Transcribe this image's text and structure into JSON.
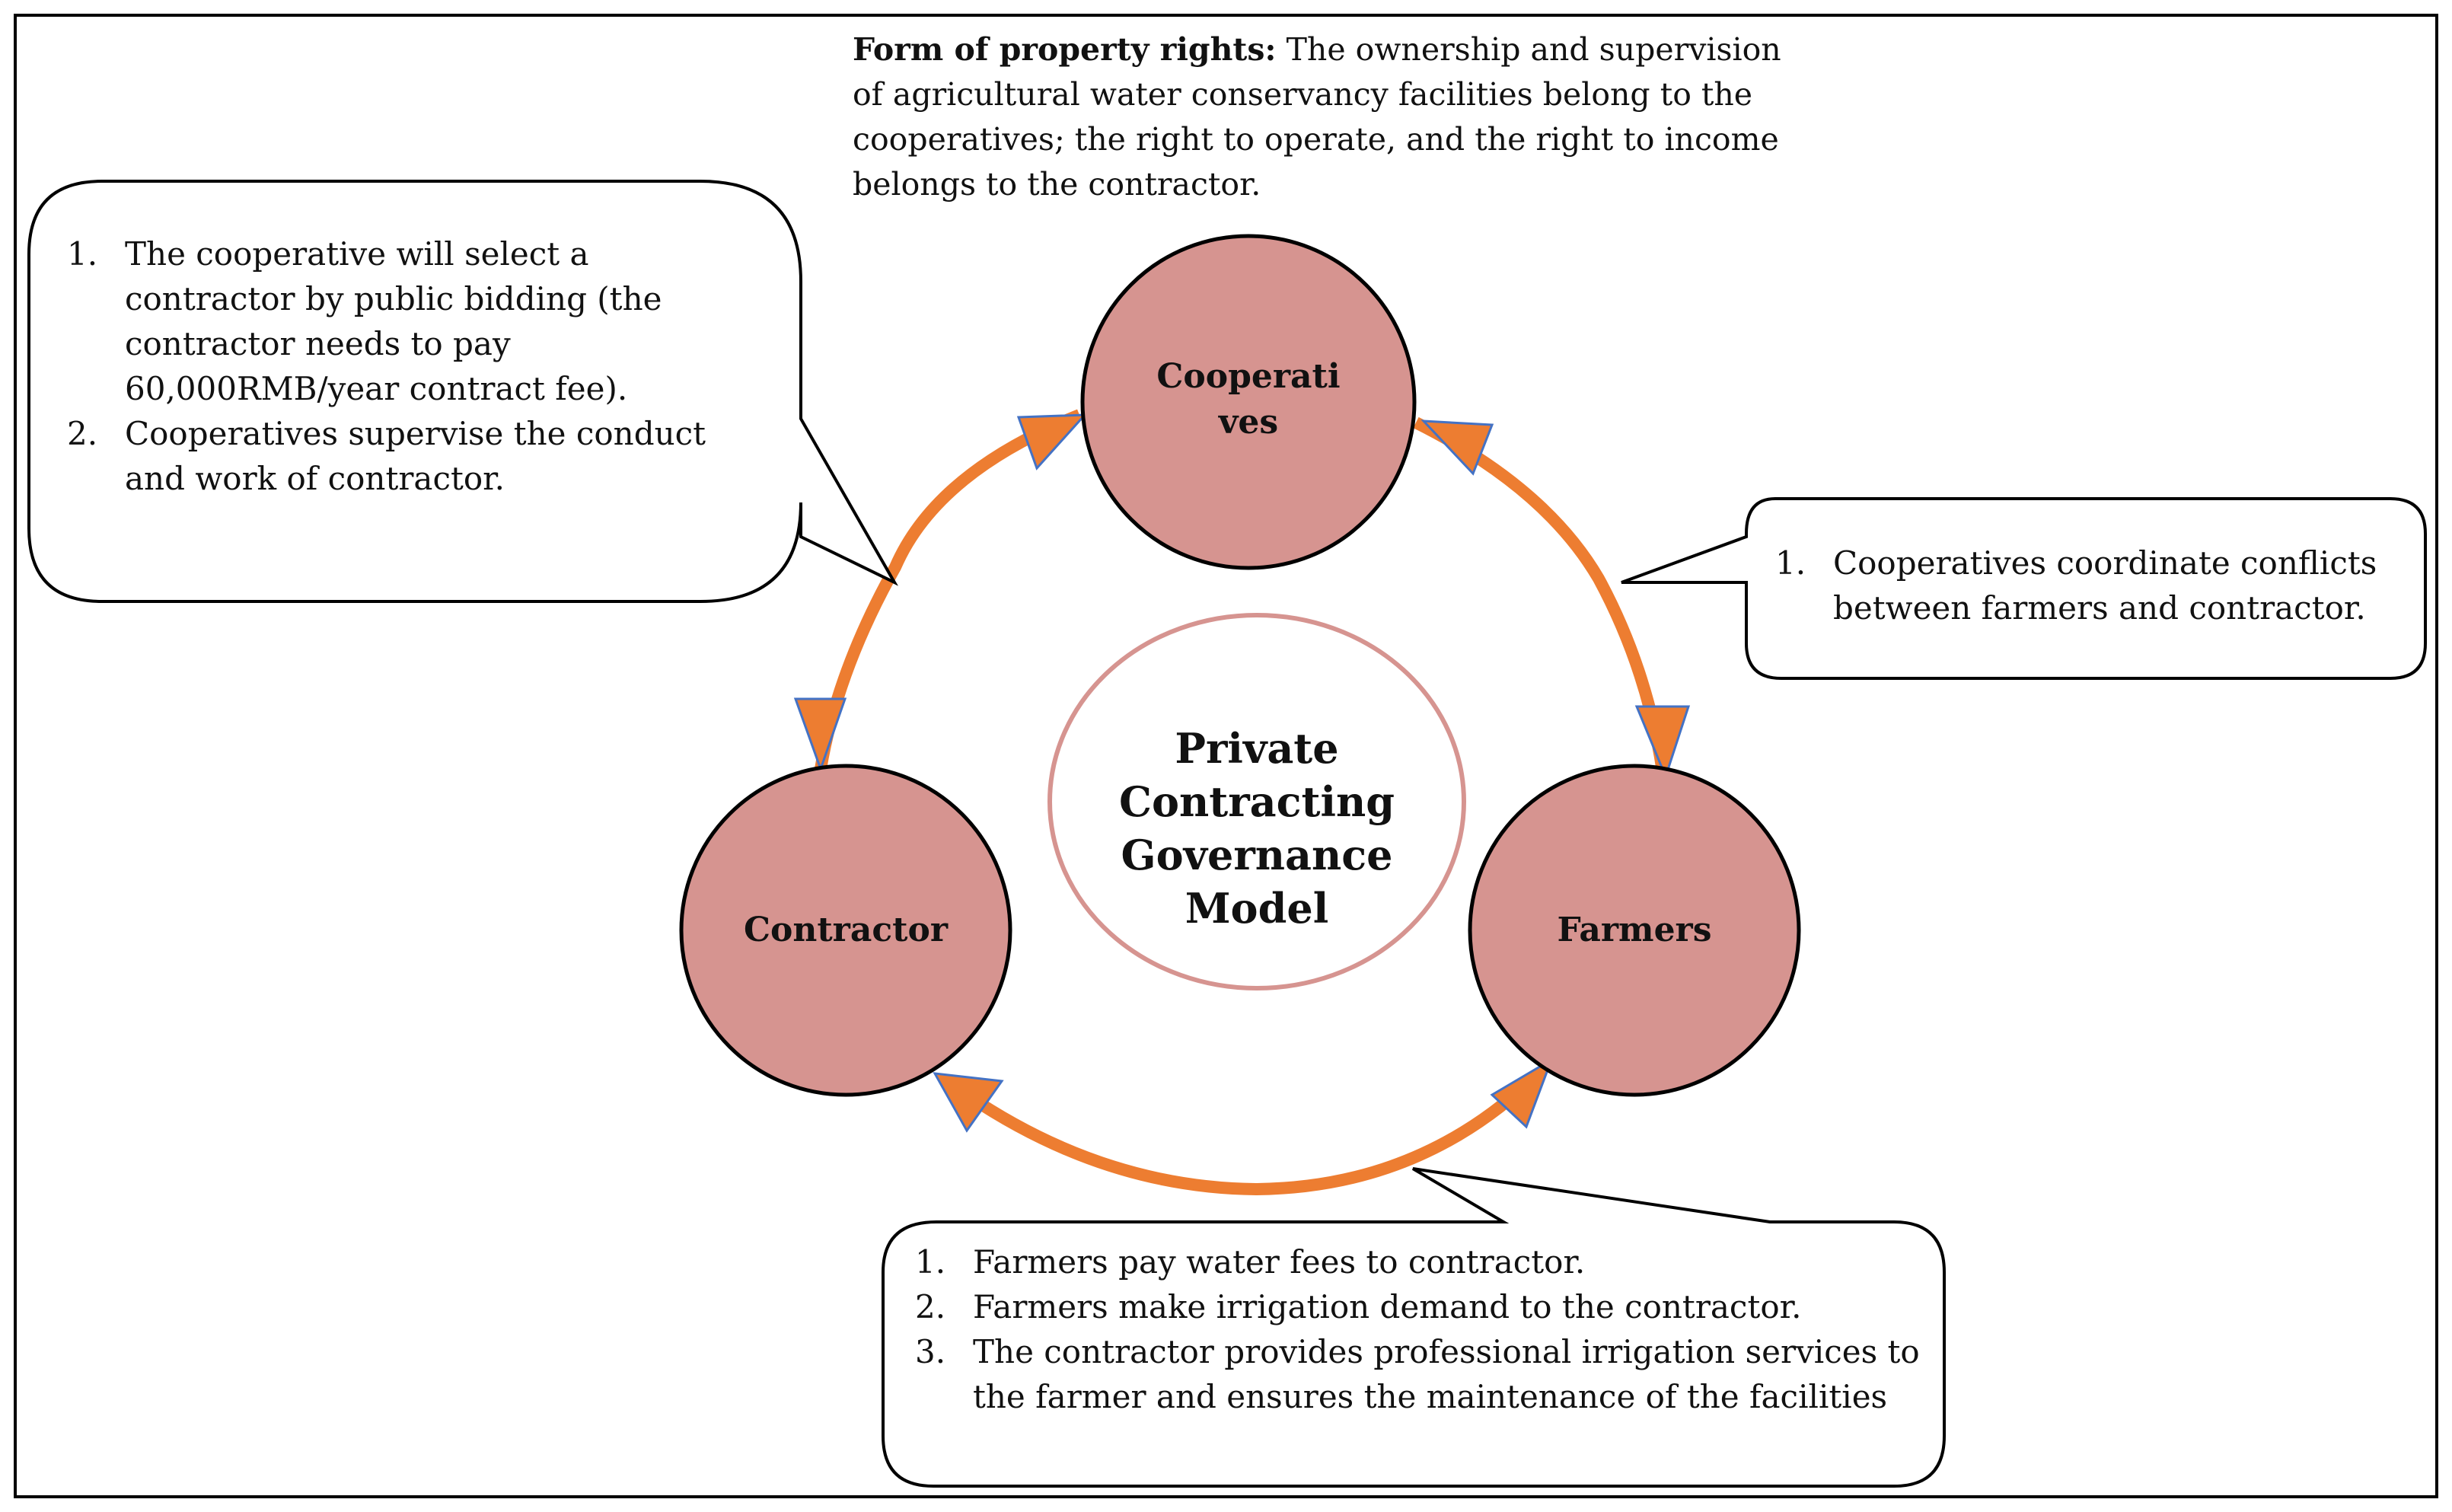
{
  "property_rights": {
    "heading": "Form of property rights:",
    "body": " The ownership and supervision of agricultural water conservancy facilities belong to the cooperatives; the right to operate, and the right to income belongs to the contractor."
  },
  "center_label": "Private Contracting Governance Model",
  "nodes": {
    "cooperatives": "Cooperati ves",
    "contractor": "Contractor",
    "farmers": "Farmers"
  },
  "callout_left": {
    "items": [
      {
        "num": "1.",
        "text": "The cooperative will select a contractor by public bidding (the contractor needs to pay 60,000RMB/year contract fee)."
      },
      {
        "num": "2.",
        "text": "Cooperatives supervise the conduct and work of contractor."
      }
    ]
  },
  "callout_right": {
    "items": [
      {
        "num": "1.",
        "text": "Cooperatives coordinate conflicts between farmers and contractor."
      }
    ]
  },
  "callout_bottom": {
    "items": [
      {
        "num": "1.",
        "text": "Farmers pay water fees to contractor."
      },
      {
        "num": "2.",
        "text": "Farmers make irrigation demand to the contractor."
      },
      {
        "num": "3.",
        "text": "The contractor provides professional irrigation services to the farmer and ensures the maintenance of the facilities"
      }
    ]
  },
  "colors": {
    "node_fill": "#d69490",
    "arrow": "#ed7d31",
    "arrowhead_border": "#4472c4",
    "center_border": "#d69490"
  }
}
